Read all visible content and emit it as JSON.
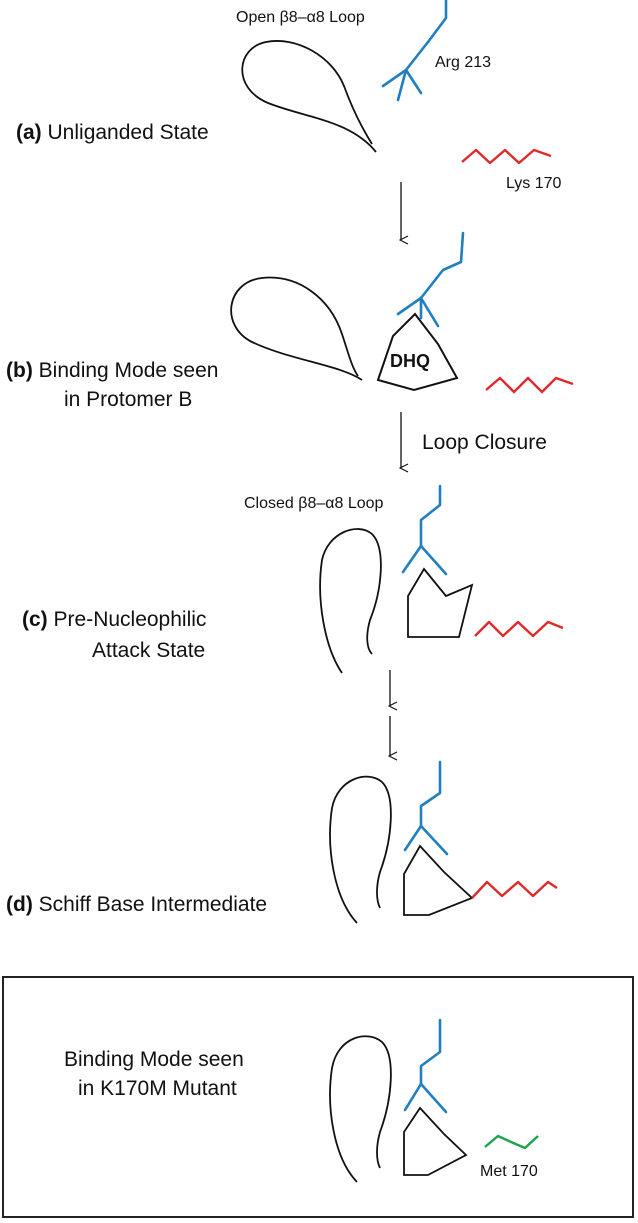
{
  "colors": {
    "arg": "#1f7fc1",
    "lys": "#e02a2a",
    "met": "#1ea34a",
    "outline": "#111111"
  },
  "panels": {
    "a": {
      "letter": "(a)",
      "title": "Unliganded State",
      "loop_label": "Open β8–α8 Loop",
      "arg_label": "Arg 213",
      "lys_label": "Lys 170"
    },
    "b": {
      "letter": "(b)",
      "title_line1": "Binding Mode seen",
      "title_line2": "in Protomer B",
      "ligand": "DHQ"
    },
    "transition_bc": "Loop Closure",
    "c": {
      "letter": "(c)",
      "title_line1": "Pre-Nucleophilic",
      "title_line2": "Attack State",
      "loop_label": "Closed β8–α8 Loop"
    },
    "d": {
      "letter": "(d)",
      "title": "Schiff Base Intermediate"
    },
    "mutant": {
      "title_line1": "Binding Mode seen",
      "title_line2": "in K170M Mutant",
      "met_label": "Met 170"
    }
  }
}
